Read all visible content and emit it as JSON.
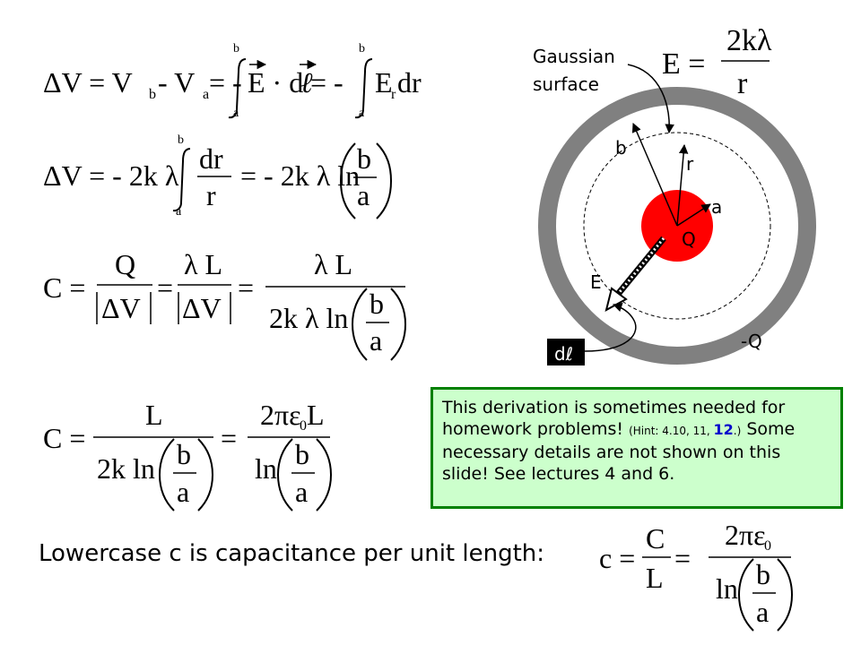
{
  "equations": {
    "eq1": {
      "lhs": "ΔV = V",
      "sub_b": "b",
      "minus_v": " - V",
      "sub_a": "a",
      "eq_minus": " = -",
      "e_dot_dl": "E · d",
      "ell": "ℓ",
      "eq_minus2": " = -",
      "er_dr": "E",
      "sub_r": "r",
      "dr": " dr",
      "lim_upper": "b",
      "lim_lower": "a"
    },
    "eq2": {
      "lhs": "ΔV = - 2k λ",
      "frac_num": "dr",
      "frac_den": "r",
      "mid": "= - 2k λ ln",
      "frac2_num": "b",
      "frac2_den": "a",
      "lim_upper": "b",
      "lim_lower": "a"
    },
    "eq3": {
      "lhs": "C =",
      "f1_num": "Q",
      "f1_den": "ΔV",
      "eq": "=",
      "f2_num": "λ L",
      "f2_den": "ΔV",
      "eq2": "=",
      "f3_num": "λ L",
      "f3_den_pre": "2k λ ln",
      "f3_den_b": "b",
      "f3_den_a": "a"
    },
    "eq4": {
      "lhs": "C =",
      "f1_num": "L",
      "f1_den_pre": "2k ln",
      "f1_den_b": "b",
      "f1_den_a": "a",
      "eq": "=",
      "f2_num": "2πε",
      "f2_num_sub": "0",
      "f2_num_L": "L",
      "f2_den_pre": "ln",
      "f2_den_b": "b",
      "f2_den_a": "a"
    },
    "eq5": {
      "lhs": "c =",
      "f1_num": "C",
      "f1_den": "L",
      "eq": "=",
      "f2_num": "2πε",
      "f2_num_sub": "0",
      "f2_den_pre": "ln",
      "f2_den_b": "b",
      "f2_den_a": "a"
    },
    "field": {
      "lhs": "E =",
      "num": "2kλ",
      "den": "r"
    }
  },
  "diagram": {
    "gaussian_label_line1": "Gaussian",
    "gaussian_label_line2": "surface",
    "label_b": "b",
    "label_r": "r",
    "label_a": "a",
    "label_Q": "Q",
    "label_E": "E",
    "label_negQ": "-Q",
    "label_dl": "dℓ",
    "colors": {
      "inner_conductor": "#ff0000",
      "outer_shell": "#808080",
      "dl_box": "#000000"
    }
  },
  "hint": {
    "text1": "This derivation is sometimes needed for homework problems! ",
    "small": "(Hint: 4.10, 11, ",
    "bold": "12",
    "small_end": ".)",
    "text2": " Some necessary details are not shown on this slide! See lectures 4 and 6."
  },
  "caption": "Lowercase c is capacitance per unit length:"
}
